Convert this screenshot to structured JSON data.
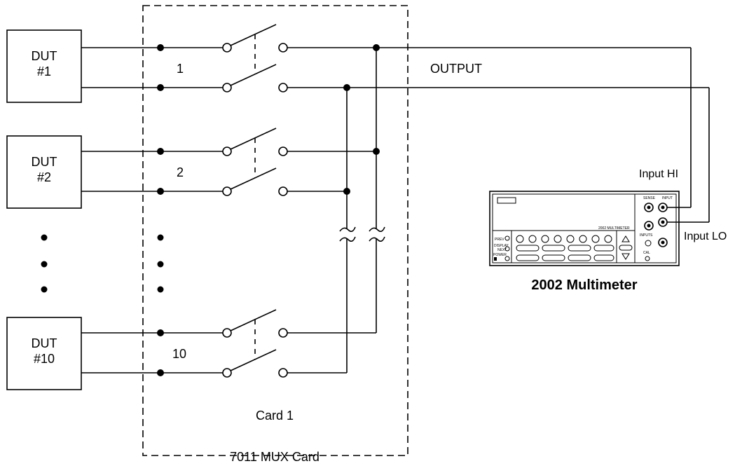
{
  "duts": [
    {
      "line1": "DUT",
      "line2": "#1"
    },
    {
      "line1": "DUT",
      "line2": "#2"
    },
    {
      "line1": "DUT",
      "line2": "#10"
    }
  ],
  "channels": [
    "1",
    "2",
    "10"
  ],
  "card": {
    "label": "Card 1",
    "caption": "7011 MUX Card"
  },
  "output_label": "OUTPUT",
  "meter": {
    "name": "2002 Multimeter",
    "front_label": "2002  MULTIMETER",
    "input_hi_label": "Input HI",
    "input_lo_label": "Input LO",
    "panel_text": {
      "power": "POWER",
      "display": "DISPLAY",
      "prev": "PREV",
      "next": "NEXT",
      "inputs": "INPUTS",
      "sense": "SENSE",
      "input": "INPUT",
      "cal": "CAL"
    }
  }
}
